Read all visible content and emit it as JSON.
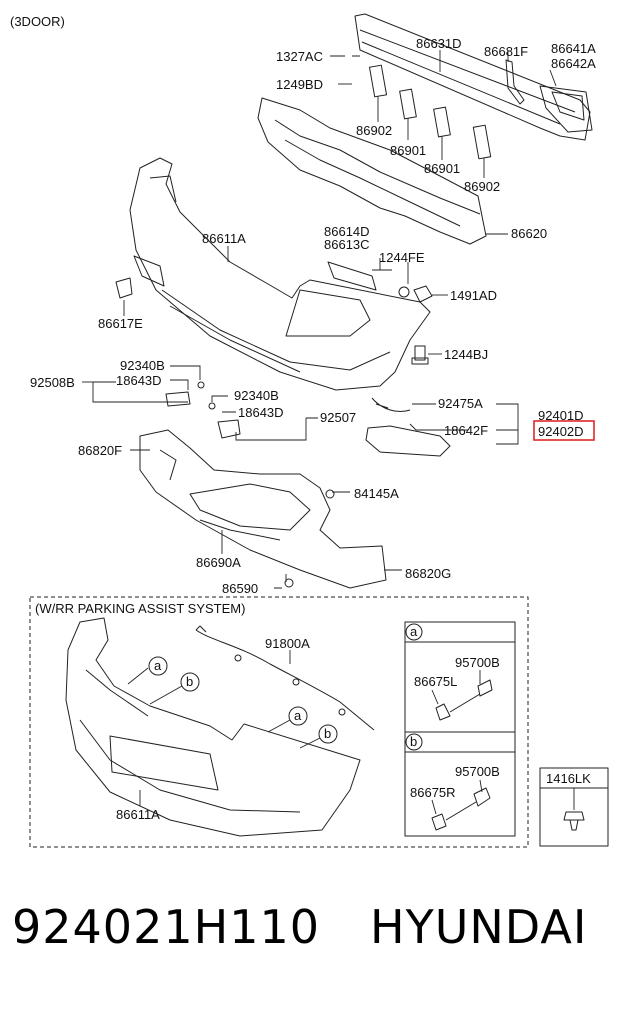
{
  "header": {
    "variant": "(3DOOR)"
  },
  "labels": {
    "l86631D": "86631D",
    "l86681F": "86681F",
    "l86641A": "86641A",
    "l86642A": "86642A",
    "l1327AC": "1327AC",
    "l1249BD": "1249BD",
    "l86902a": "86902",
    "l86901a": "86901",
    "l86901b": "86901",
    "l86902b": "86902",
    "l86611A": "86611A",
    "l86620": "86620",
    "l86614D": "86614D",
    "l86613C": "86613C",
    "l1244FE": "1244FE",
    "l1491AD": "1491AD",
    "l86617E": "86617E",
    "l1244BJ": "1244BJ",
    "l92340Ba": "92340B",
    "l18643Da": "18643D",
    "l92508B": "92508B",
    "l92340Bb": "92340B",
    "l18643Db": "18643D",
    "l92507": "92507",
    "l92475A": "92475A",
    "l92401D": "92401D",
    "l18642F": "18642F",
    "l92402D": "92402D",
    "l86820F": "86820F",
    "l84145A": "84145A",
    "l86690A": "86690A",
    "l86820G": "86820G",
    "l86590": "86590",
    "parkingAssist": "(W/RR PARKING ASSIST SYSTEM)",
    "l91800A": "91800A",
    "l86611Ab": "86611A",
    "boxA": "a",
    "boxB": "b",
    "l95700Ba": "95700B",
    "l86675L": "86675L",
    "l95700Bb": "95700B",
    "l86675R": "86675R",
    "l1416LK": "1416LK",
    "calloutA1": "a",
    "calloutB1": "b",
    "calloutA2": "a",
    "calloutB2": "b"
  },
  "footer": {
    "part_number": "924021H110",
    "brand": "HYUNDAI"
  },
  "colors": {
    "highlight": "#e0282a",
    "line": "#222222"
  }
}
